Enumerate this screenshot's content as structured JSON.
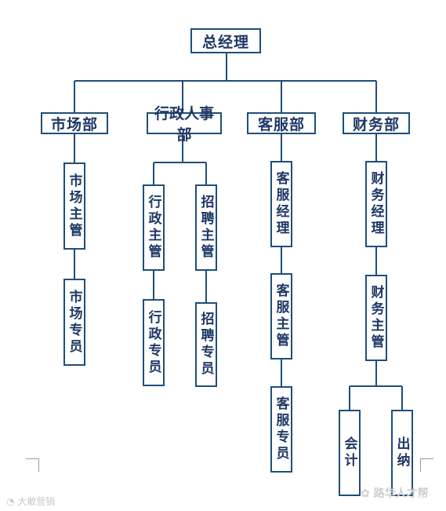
{
  "colors": {
    "line": "#1f4e79",
    "text": "#1f3864"
  },
  "nodes": {
    "gm": "总经理",
    "market": "市场部",
    "admin_hr": "行政人事部",
    "service": "客服部",
    "finance": "财务部",
    "market_supervisor": "市场主管",
    "market_specialist": "市场专员",
    "admin_supervisor": "行政主管",
    "admin_specialist": "行政专员",
    "recruit_supervisor": "招聘主管",
    "recruit_specialist": "招聘专员",
    "service_manager": "客服经理",
    "service_supervisor": "客服主管",
    "service_specialist": "客服专员",
    "finance_manager": "财务经理",
    "finance_supervisor": "财务主管",
    "accountant": "会计",
    "cashier": "出纳"
  },
  "watermarks": {
    "left": "大敢营销",
    "right": "路华人才帮"
  }
}
